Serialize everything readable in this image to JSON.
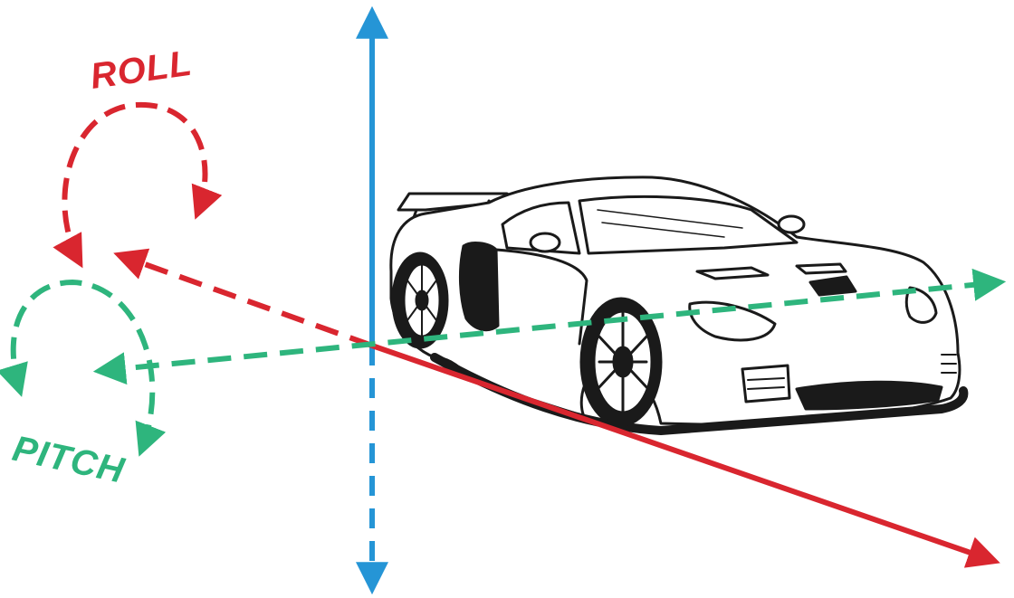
{
  "labels": {
    "roll": "ROLL",
    "pitch": "PITCH"
  },
  "colors": {
    "roll": "#d9262f",
    "pitch": "#2eb57d",
    "vertical": "#2595d6",
    "outline": "#1a1a1a",
    "background": "#ffffff"
  },
  "icons": {
    "car": "sports-car-illustration",
    "roll_arrow": "curved-dashed-arrow",
    "pitch_arrow": "curved-dashed-arrow"
  }
}
